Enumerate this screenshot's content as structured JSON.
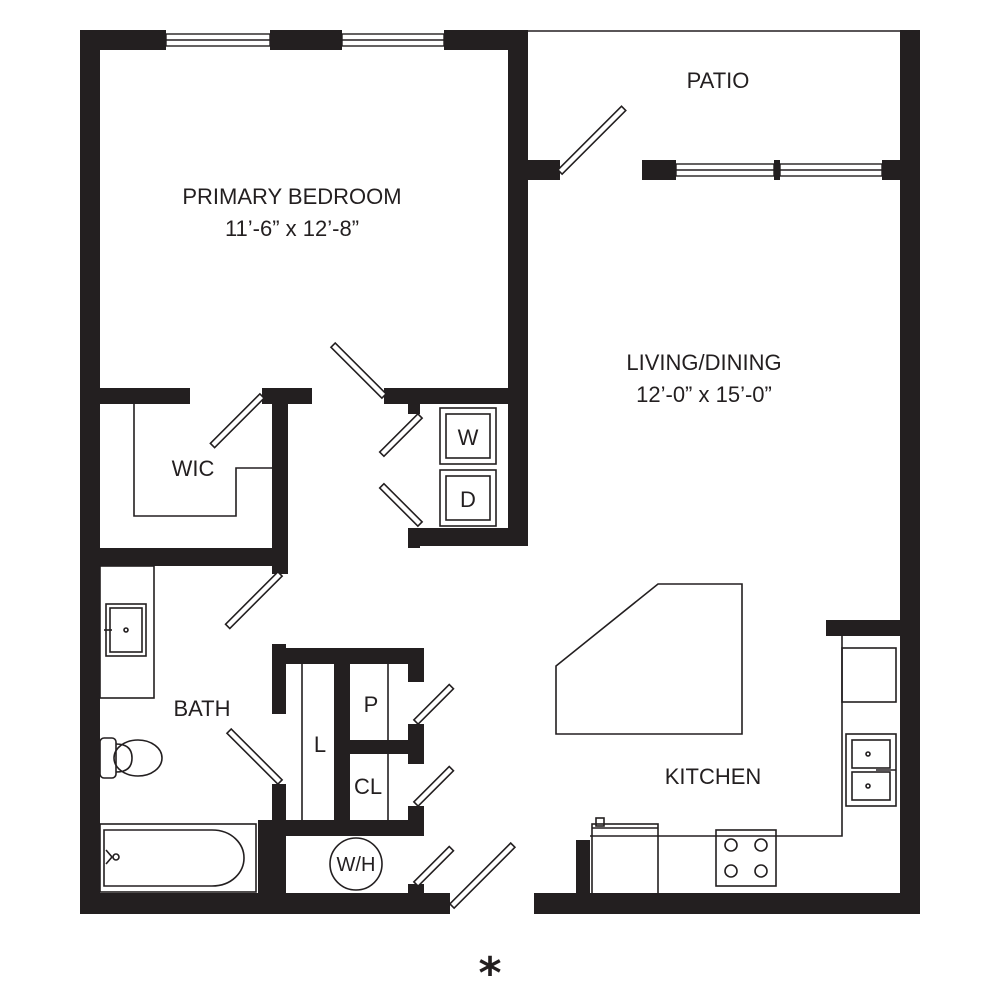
{
  "rooms": {
    "patio": "PATIO",
    "primary_bedroom": "PRIMARY BEDROOM",
    "primary_bedroom_dims": "11’-6” x 12’-8”",
    "living_dining": "LIVING/DINING",
    "living_dining_dims": "12’-0” x 15’-0”",
    "wic": "WIC",
    "bath": "BATH",
    "kitchen": "KITCHEN",
    "linen": "L",
    "pantry": "P",
    "closet": "CL",
    "water_heater": "W/H",
    "washer": "W",
    "dryer": "D"
  },
  "entry_marker": "*",
  "colors": {
    "wall": "#231f20",
    "background": "#ffffff"
  }
}
